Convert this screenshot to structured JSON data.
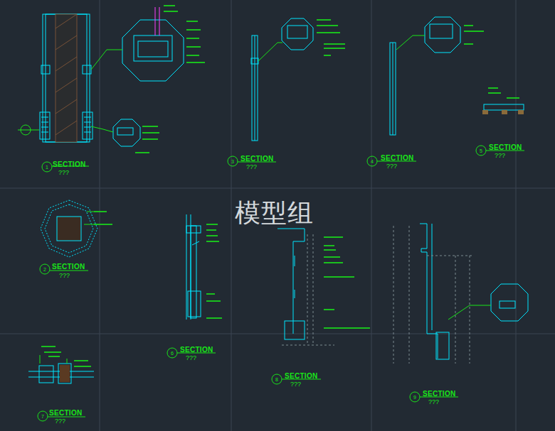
{
  "diagram": {
    "labels": [
      "1",
      "SECTION",
      "???",
      "2",
      "SECTION",
      "???",
      "3",
      "SECTION",
      "???",
      "4",
      "SECTION",
      "???",
      "5",
      "SECTION",
      "???",
      "6",
      "SECTION",
      "???",
      "7",
      "SECTION",
      "???",
      "8",
      "SECTION",
      "???",
      "9",
      "SECTION",
      "???",
      "模型组"
    ]
  }
}
